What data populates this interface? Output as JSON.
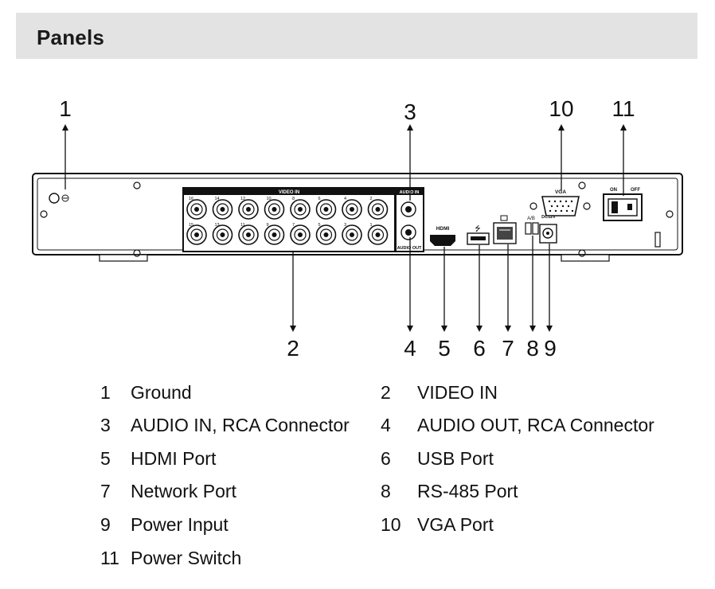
{
  "header": {
    "title": "Panels"
  },
  "callouts": [
    "1",
    "2",
    "3",
    "4",
    "5",
    "6",
    "7",
    "8",
    "9",
    "10",
    "11"
  ],
  "panel_labels": {
    "video_in": "VIDEO IN",
    "audio_in": "AUDIO IN",
    "audio_out": "AUDIO OUT",
    "hdmi": "HDMI",
    "vga": "VGA",
    "ab": "A/B",
    "dc12v": "DC12V",
    "on": "ON",
    "off": "OFF"
  },
  "bnc_top_numbers": [
    "16",
    "14",
    "12",
    "10",
    "8",
    "6",
    "4",
    "2"
  ],
  "bnc_bottom_numbers": [
    "15",
    "13",
    "11",
    "9",
    "7",
    "5",
    "3",
    "1"
  ],
  "legend": [
    {
      "num": "1",
      "label": "Ground"
    },
    {
      "num": "2",
      "label": "VIDEO IN"
    },
    {
      "num": "3",
      "label": "AUDIO IN, RCA Connector"
    },
    {
      "num": "4",
      "label": "AUDIO OUT, RCA Connector"
    },
    {
      "num": "5",
      "label": "HDMI Port"
    },
    {
      "num": "6",
      "label": "USB Port"
    },
    {
      "num": "7",
      "label": "Network Port"
    },
    {
      "num": "8",
      "label": "RS-485 Port"
    },
    {
      "num": "9",
      "label": "Power Input"
    },
    {
      "num": "10",
      "label": "VGA Port"
    },
    {
      "num": "11",
      "label": "Power Switch"
    }
  ]
}
